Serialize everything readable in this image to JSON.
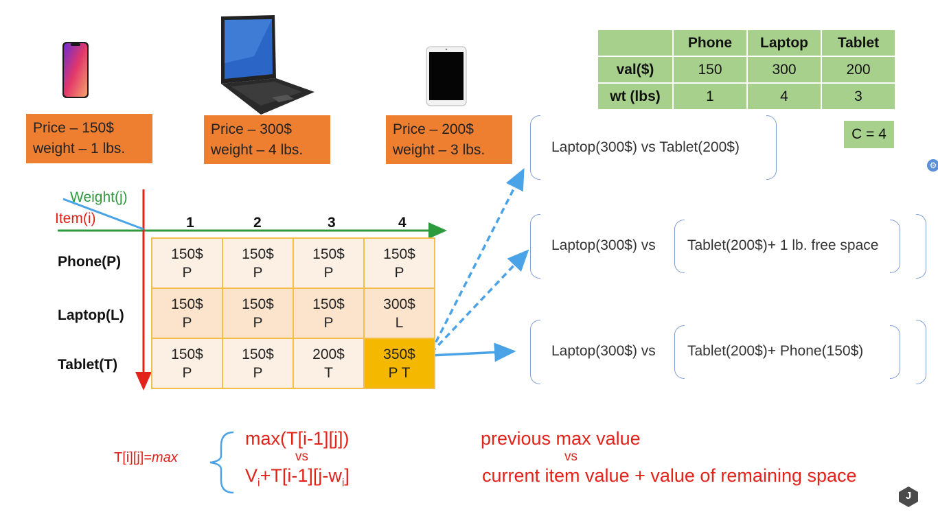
{
  "items": [
    {
      "price": "Price – 150$",
      "weight": "weight – 1 lbs."
    },
    {
      "price": "Price – 300$",
      "weight": "weight – 4 lbs."
    },
    {
      "price": "Price – 200$",
      "weight": "weight – 3 lbs."
    }
  ],
  "info_table": {
    "headers": [
      "",
      "Phone",
      "Laptop",
      "Tablet"
    ],
    "rows": [
      [
        "val($)",
        "150",
        "300",
        "200"
      ],
      [
        "wt (lbs)",
        "1",
        "4",
        "3"
      ]
    ]
  },
  "capacity": "C = 4",
  "axis": {
    "weight_label": "Weight(j)",
    "item_label": "Item(i)",
    "columns": [
      "1",
      "2",
      "3",
      "4"
    ],
    "rows": [
      "Phone(P)",
      "Laptop(L)",
      "Tablet(T)"
    ]
  },
  "grid": [
    [
      [
        "150$",
        "P"
      ],
      [
        "150$",
        "P"
      ],
      [
        "150$",
        "P"
      ],
      [
        "150$",
        "P"
      ]
    ],
    [
      [
        "150$",
        "P"
      ],
      [
        "150$",
        "P"
      ],
      [
        "150$",
        "P"
      ],
      [
        "300$",
        "L"
      ]
    ],
    [
      [
        "150$",
        "P"
      ],
      [
        "150$",
        "P"
      ],
      [
        "200$",
        "T"
      ],
      [
        "350$",
        "P T"
      ]
    ]
  ],
  "comparisons": {
    "c1": "Laptop(300$) vs Tablet(200$)",
    "c2_left": "Laptop(300$) vs",
    "c2_right": "Tablet(200$)+ 1 lb. free space",
    "c3_left": "Laptop(300$) vs",
    "c3_right": "Tablet(200$)+ Phone(150$)"
  },
  "formula": {
    "lhs_prefix": "T[i][j]=",
    "lhs_max": "max",
    "line1": "max(T[i-1][j])",
    "vs": "vs",
    "line2_a": "V",
    "line2_sub1": "i",
    "line2_b": "+T[i-1][j-w",
    "line2_sub2": "i",
    "line2_c": "]",
    "desc1": "previous max value",
    "desc_vs": "vs",
    "desc2": "current item value + value of remaining space"
  },
  "badge": "J",
  "colors": {
    "orange": "#ee7f31",
    "green_table": "#a7d08c",
    "highlight": "#f4b800",
    "red": "#e2231a",
    "blue_arrow": "#4aa3e6",
    "green_axis": "#2e9a3e"
  }
}
